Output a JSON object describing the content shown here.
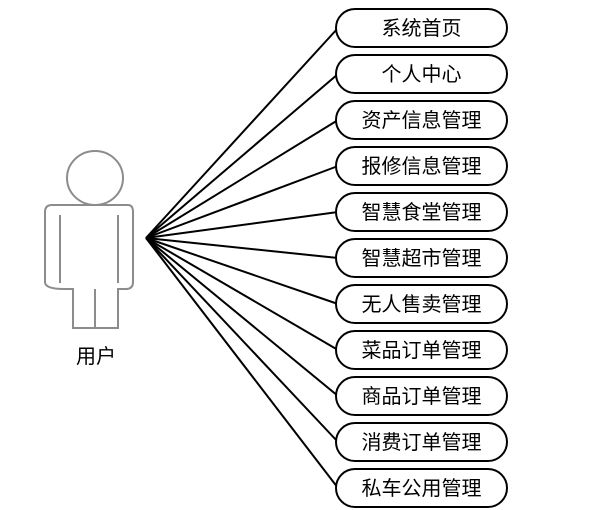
{
  "actor": {
    "label": "用户",
    "icon": "person-icon"
  },
  "use_cases": [
    "系统首页",
    "个人中心",
    "资产信息管理",
    "报修信息管理",
    "智慧食堂管理",
    "智慧超市管理",
    "无人售卖管理",
    "菜品订单管理",
    "商品订单管理",
    "消费订单管理",
    "私车公用管理"
  ],
  "colors": {
    "stroke": "#000000",
    "actor_stroke": "#8c8c8c",
    "background": "#ffffff"
  }
}
